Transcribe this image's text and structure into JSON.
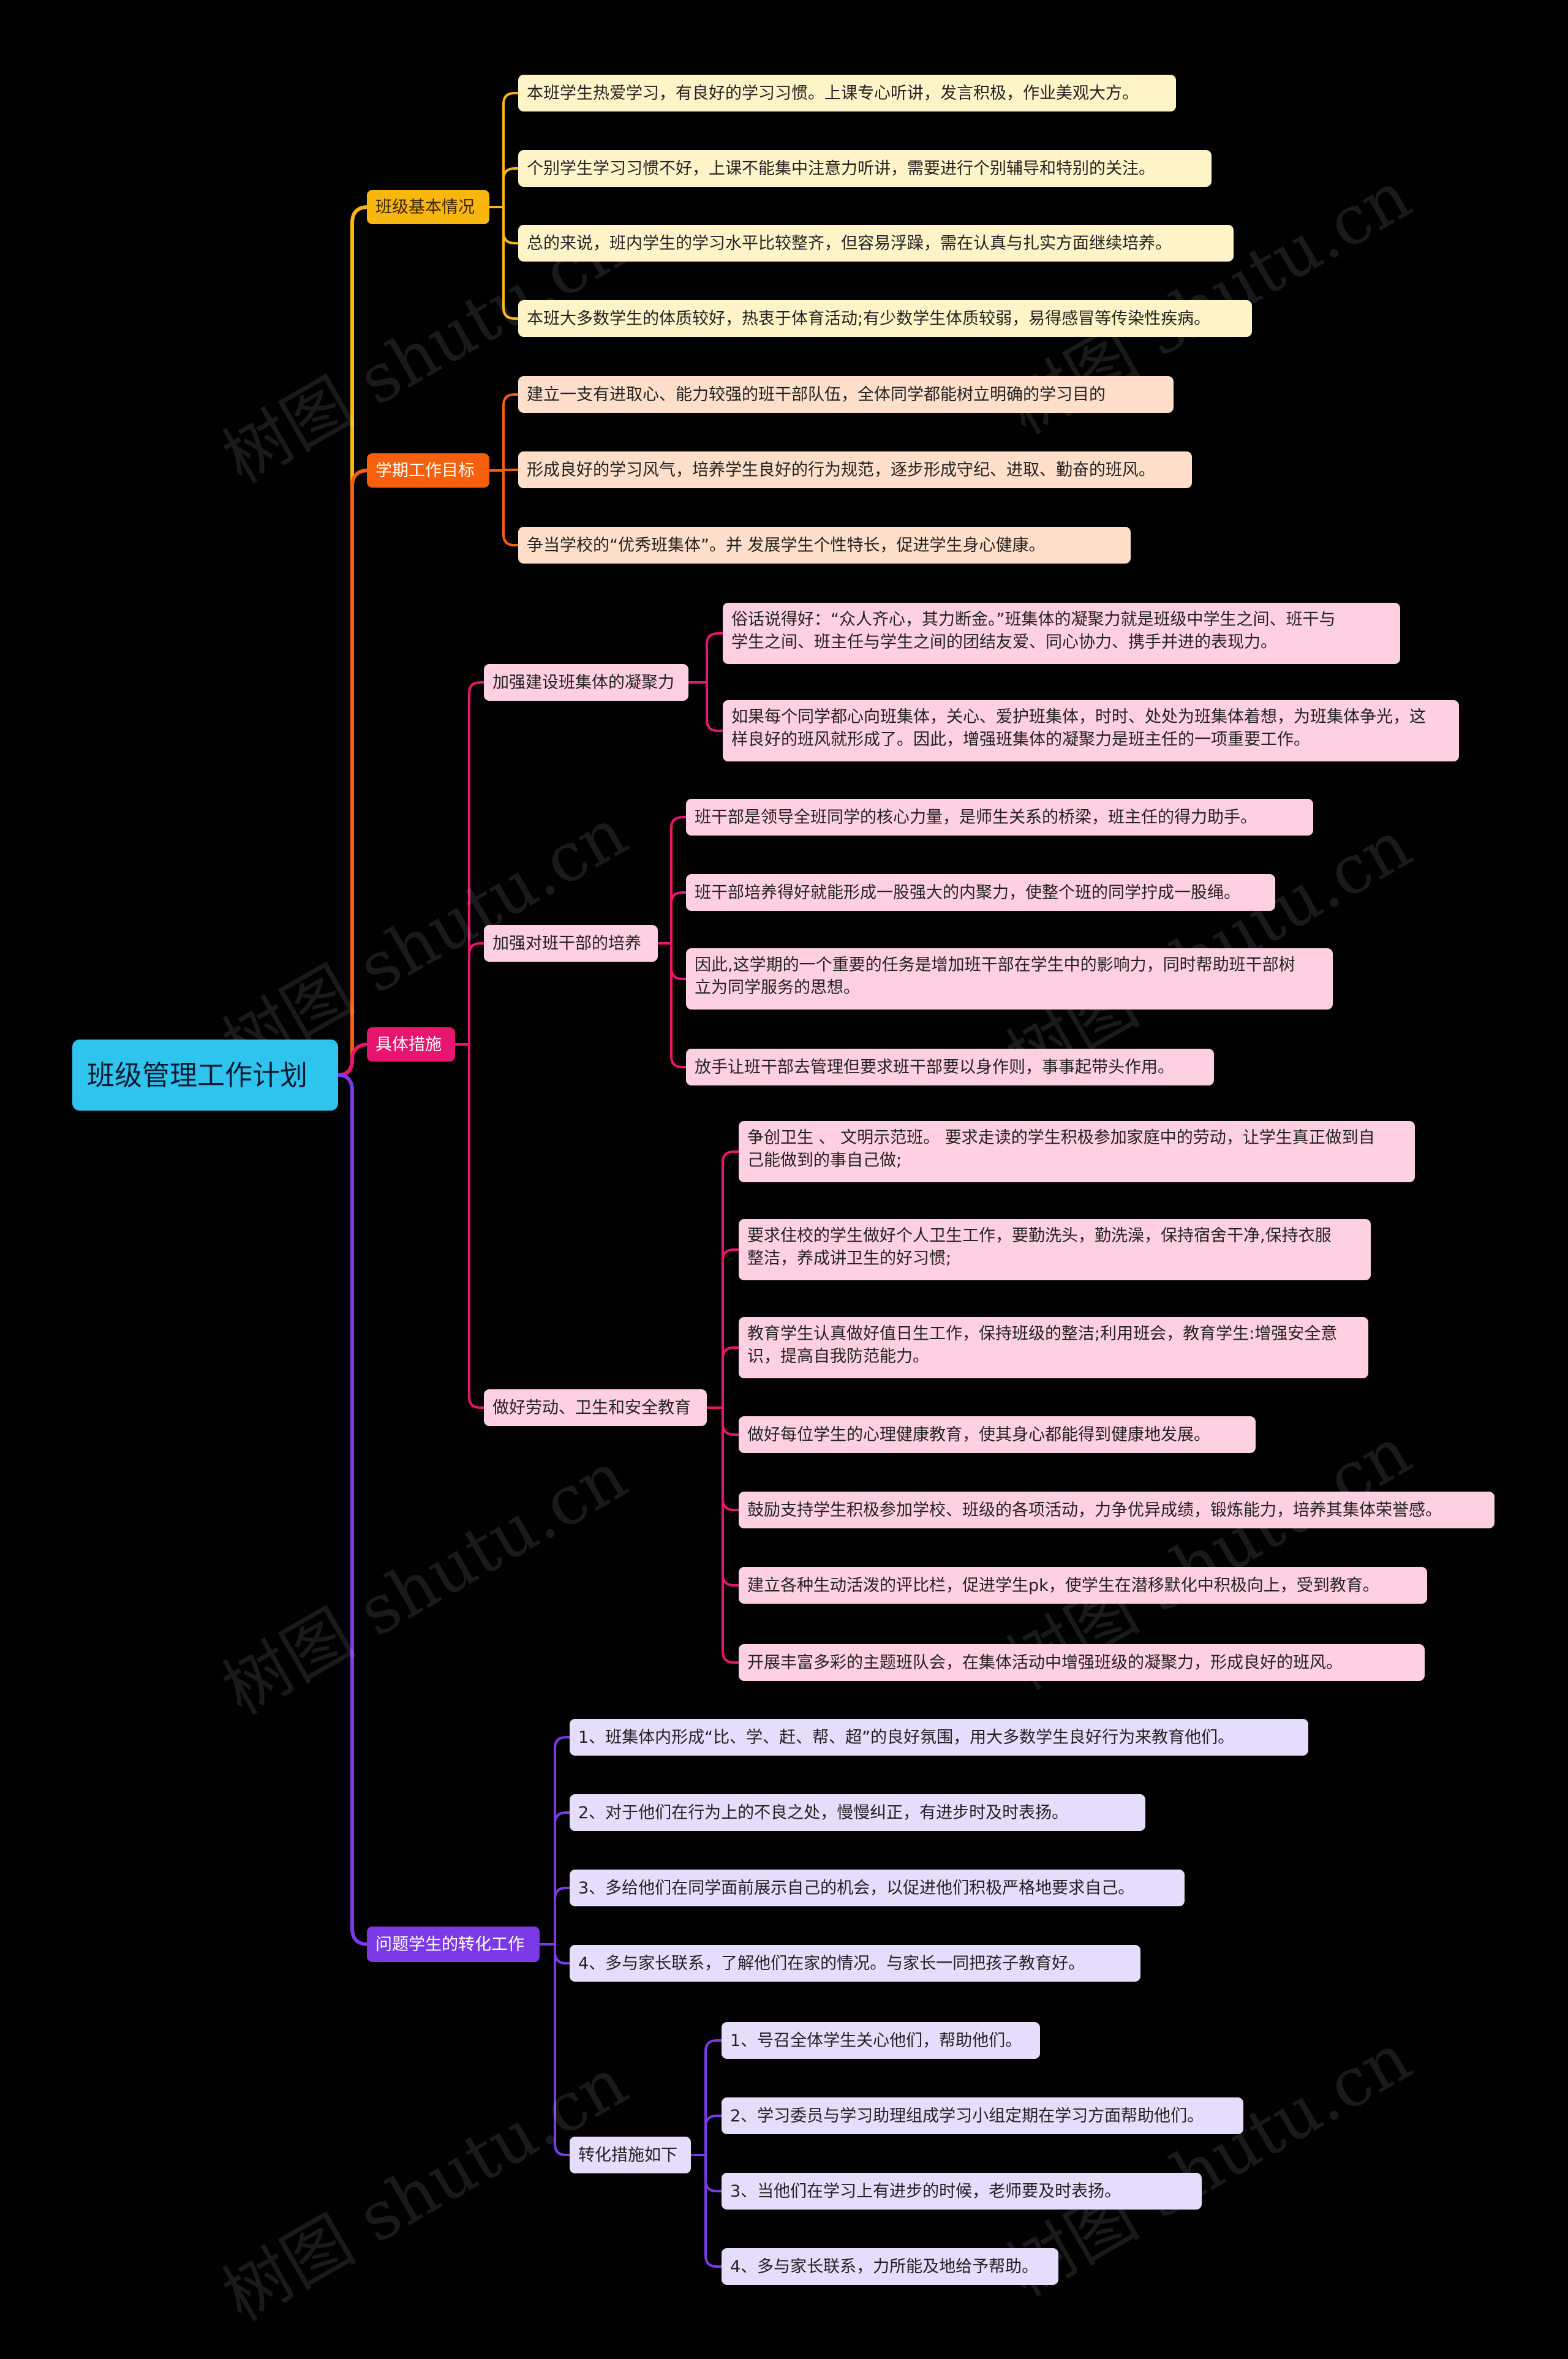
{
  "watermark": "树图 shutu.cn",
  "colors": {
    "background": "#000000",
    "root": "#2ec4ee",
    "yellow": "#f9b60f",
    "orange": "#f6600c",
    "pink": "#e8156e",
    "purple": "#7c3ae6"
  },
  "mindmap": {
    "root": "班级管理工作计划",
    "branches": [
      {
        "label": "班级基本情况",
        "color": "yellow",
        "items": [
          "本班学生热爱学习，有良好的学习习惯。上课专心听讲，发言积极，作业美观大方。",
          "个别学生学习习惯不好，上课不能集中注意力听讲，需要进行个别辅导和特别的关注。",
          "总的来说，班内学生的学习水平比较整齐，但容易浮躁，需在认真与扎实方面继续培养。",
          "本班大多数学生的体质较好，热衷于体育活动;有少数学生体质较弱，易得感冒等传染性疾病。"
        ]
      },
      {
        "label": "学期工作目标",
        "color": "orange",
        "items": [
          "建立一支有进取心、能力较强的班干部队伍，全体同学都能树立明确的学习目的",
          "形成良好的学习风气，培养学生良好的行为规范，逐步形成守纪、进取、勤奋的班风。",
          "争当学校的“优秀班集体”。并 发展学生个性特长，促进学生身心健康。"
        ]
      },
      {
        "label": "具体措施",
        "color": "pink",
        "groups": [
          {
            "label": "加强建设班集体的凝聚力",
            "items": [
              "俗话说得好：“众人齐心，其力断金。”班集体的凝聚力就是班级中学生之间、班干与\n学生之间、班主任与学生之间的团结友爱、同心协力、携手并进的表现力。",
              "如果每个同学都心向班集体，关心、爱护班集体，时时、处处为班集体着想，为班集体争光，这\n样良好的班风就形成了。因此，增强班集体的凝聚力是班主任的一项重要工作。"
            ]
          },
          {
            "label": "加强对班干部的培养",
            "items": [
              "班干部是领导全班同学的核心力量，是师生关系的桥梁，班主任的得力助手。",
              "班干部培养得好就能形成一股强大的内聚力，使整个班的同学拧成一股绳。",
              "因此,这学期的一个重要的任务是增加班干部在学生中的影响力，同时帮助班干部树\n立为同学服务的思想。",
              "放手让班干部去管理但要求班干部要以身作则，事事起带头作用。"
            ]
          },
          {
            "label": "做好劳动、卫生和安全教育",
            "items": [
              "争创卫生 、 文明示范班。 要求走读的学生积极参加家庭中的劳动，让学生真正做到自\n己能做到的事自己做;",
              "要求住校的学生做好个人卫生工作，要勤洗头，勤洗澡，保持宿舍干净,保持衣服\n整洁，养成讲卫生的好习惯;",
              "教育学生认真做好值日生工作，保持班级的整洁;利用班会，教育学生:增强安全意\n识，提高自我防范能力。",
              "做好每位学生的心理健康教育，使其身心都能得到健康地发展。",
              "鼓励支持学生积极参加学校、班级的各项活动，力争优异成绩，锻炼能力，培养其集体荣誉感。",
              "建立各种生动活泼的评比栏，促进学生pk，使学生在潜移默化中积极向上，受到教育。",
              "开展丰富多彩的主题班队会，在集体活动中增强班级的凝聚力，形成良好的班风。"
            ]
          }
        ]
      },
      {
        "label": "问题学生的转化工作",
        "color": "purple",
        "items": [
          "1、班集体内形成“比、学、赶、帮、超”的良好氛围，用大多数学生良好行为来教育他们。",
          "2、对于他们在行为上的不良之处，慢慢纠正，有进步时及时表扬。",
          "3、多给他们在同学面前展示自己的机会，以促进他们积极严格地要求自己。",
          "4、多与家长联系，了解他们在家的情况。与家长一同把孩子教育好。"
        ],
        "group": {
          "label": "转化措施如下",
          "items": [
            "1、号召全体学生关心他们，帮助他们。",
            "2、学习委员与学习助理组成学习小组定期在学习方面帮助他们。",
            "3、当他们在学习上有进步的时候，老师要及时表扬。",
            "4、多与家长联系，力所能及地给予帮助。"
          ]
        }
      }
    ]
  }
}
